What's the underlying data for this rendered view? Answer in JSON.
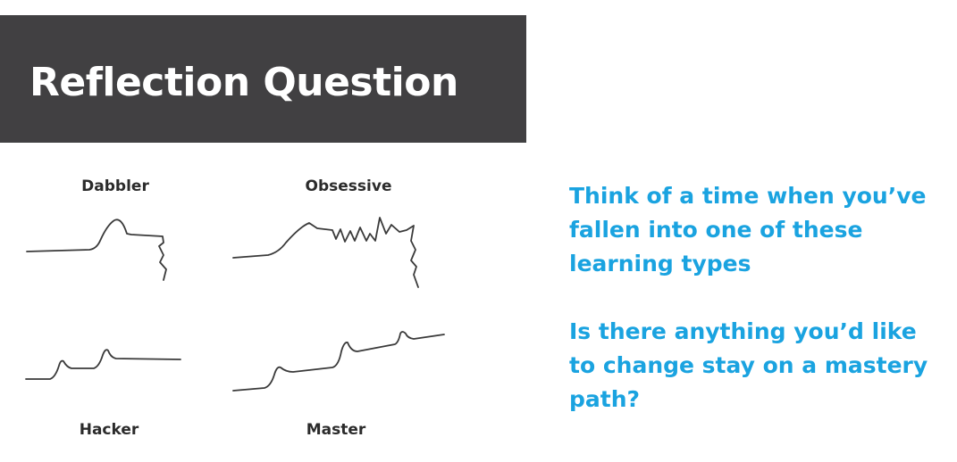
{
  "slide": {
    "title": "Reflection Question",
    "title_bar_color": "#414042",
    "accent_color": "#1aa3e0"
  },
  "learning_types": {
    "dabbler": "Dabbler",
    "obsessive": "Obsessive",
    "hacker": "Hacker",
    "master": "Master"
  },
  "prompts": {
    "first": "Think of a time when you’ve fallen into one of these learning types",
    "second": "Is there anything you’d like to change stay on a mastery path?"
  }
}
